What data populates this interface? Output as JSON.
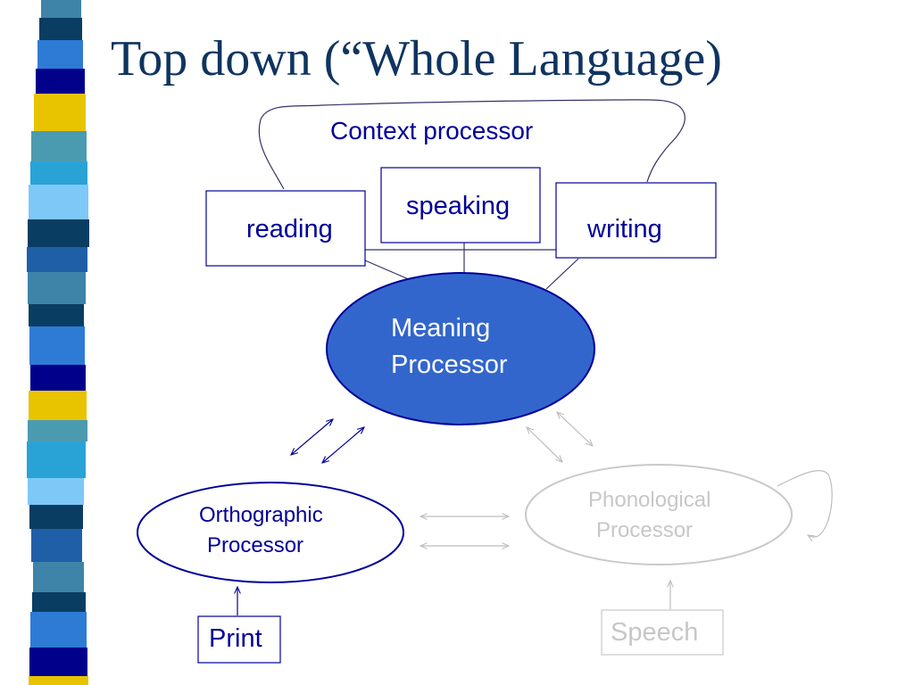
{
  "slide": {
    "title": "Top down (“Whole Language)"
  },
  "diagram": {
    "context_processor": "Context processor",
    "reading": "reading",
    "speaking": "speaking",
    "writing": "writing",
    "meaning_processor": {
      "line1": "Meaning",
      "line2": "Processor"
    },
    "orthographic_processor": {
      "line1": "Orthographic",
      "line2": "Processor"
    },
    "phonological_processor": {
      "line1": "Phonological",
      "line2": "Processor"
    },
    "print": "Print",
    "speech": "Speech"
  },
  "colors": {
    "title": "#0f3460",
    "outline": "#000099",
    "meaning_fill": "#3366cc",
    "faded": "#c7c7c7",
    "connector": "#333366"
  },
  "decor": {
    "side_bar_colors": [
      "#3d84a8",
      "#0a3d62",
      "#2e7bd6",
      "#00008b",
      "#e8c300",
      "#4b9bb0",
      "#29a3d6",
      "#7ec8f8",
      "#0a3d62",
      "#1f5fa8"
    ]
  }
}
